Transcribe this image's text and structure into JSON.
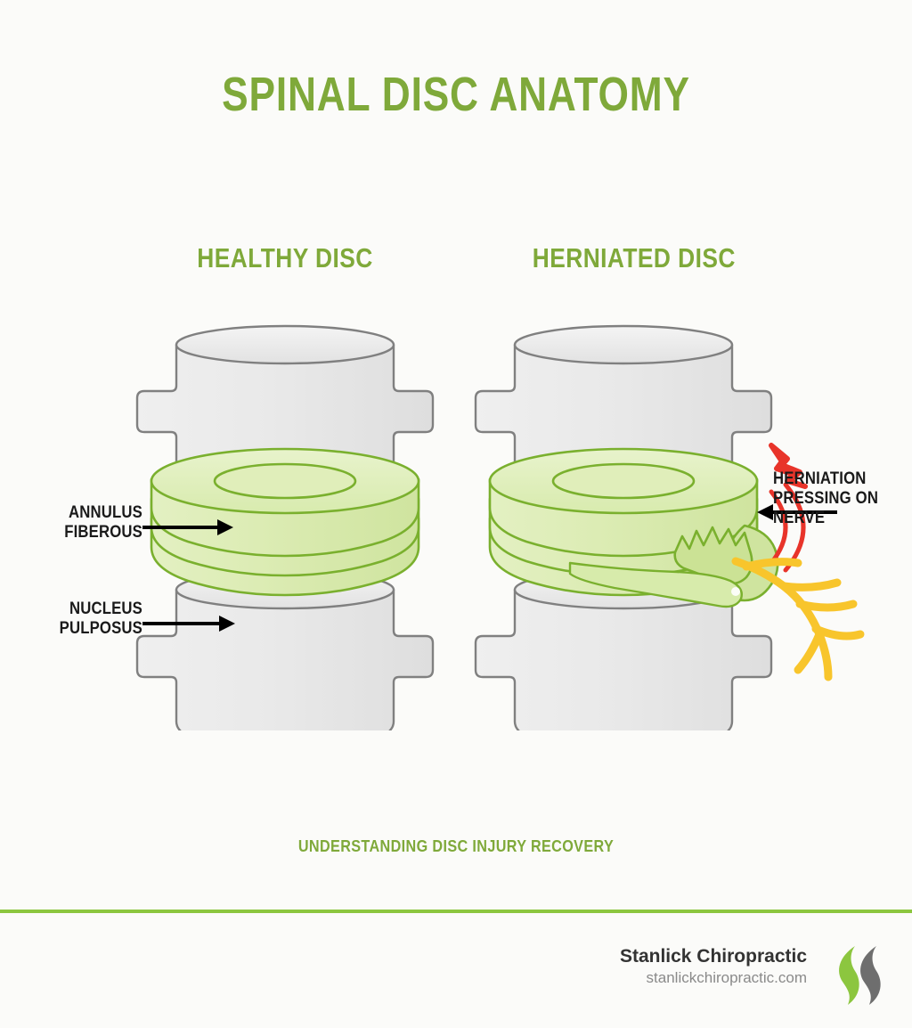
{
  "theme": {
    "background": "#fbfbf9",
    "green_accent": "#7fa93a",
    "rule_green": "#8cc63f",
    "disc_fill": "#dcecb4",
    "disc_fill_light": "#e6f1c6",
    "disc_stroke": "#7ab02e",
    "vertebra_fill": "#e8e8e8",
    "vertebra_stroke": "#808080",
    "nerve_yellow": "#f8c52c",
    "pain_red": "#e8342a",
    "text_dark": "#1a1a1a",
    "brand_name_color": "#333333",
    "brand_url_color": "#8a8a8a"
  },
  "header": {
    "title": "SPINAL DISC ANATOMY"
  },
  "columns": [
    {
      "key": "healthy",
      "heading": "HEALTHY DISC"
    },
    {
      "key": "herniated",
      "heading": "HERNIATED DISC"
    }
  ],
  "annotations": [
    {
      "key": "annulus",
      "label": "ANNULUS\nFIBEROUS",
      "arrow": "arrow-right",
      "target": "healthy-disc"
    },
    {
      "key": "nucleus",
      "label": "NUCLEUS\nPULPOSUS",
      "arrow": "arrow-right",
      "target": "healthy-lower-vertebra"
    },
    {
      "key": "herniation",
      "label": "HERNIATION\nPRESSING ON\nNERVE",
      "arrow": "arrow-left",
      "target": "herniation-bulge"
    }
  ],
  "footer": {
    "tagline": "UNDERSTANDING DISC INJURY RECOVERY",
    "brand_name": "Stanlick Chiropractic",
    "brand_url": "stanlickchiropractic.com",
    "logo_name": "stanlick-chiropractic-logo"
  }
}
